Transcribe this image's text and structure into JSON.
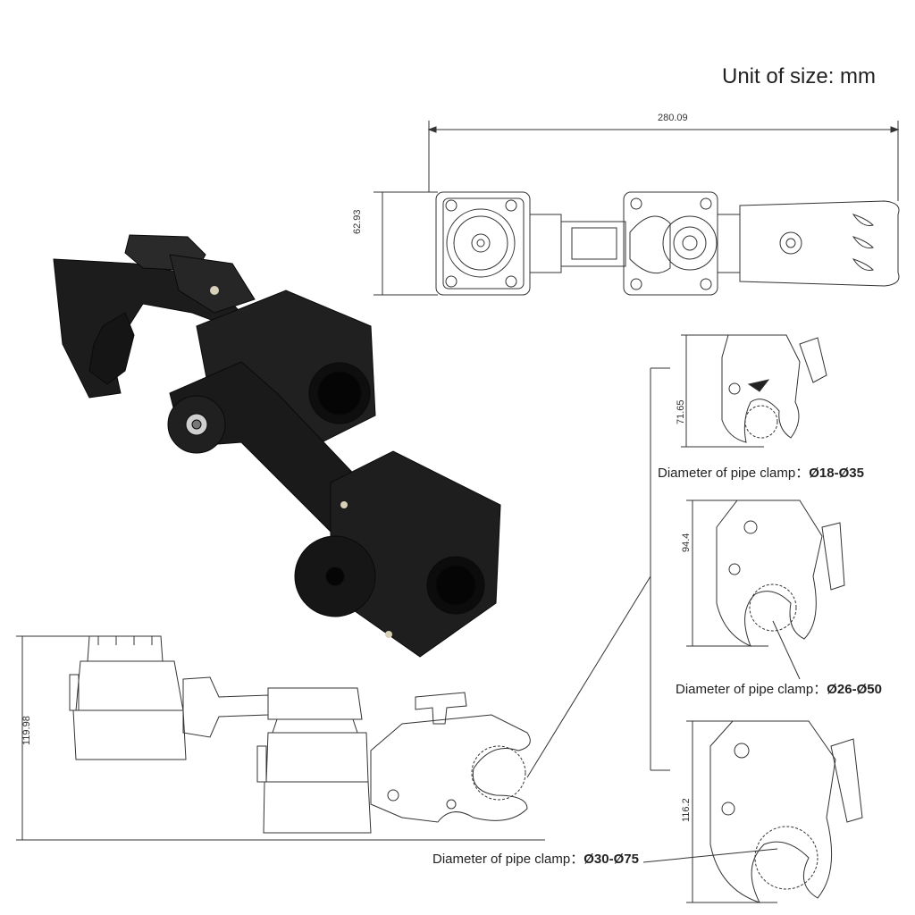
{
  "unit_label": "Unit of size: mm",
  "dimensions": {
    "top_length": "280.09",
    "top_height": "62.93",
    "side_height": "119.98",
    "clamp_small_height": "71.65",
    "clamp_medium_height": "94.4",
    "clamp_large_height": "116.2"
  },
  "captions": {
    "small": {
      "text": "Diameter of pipe clamp：",
      "range": "Ø18-Ø35"
    },
    "medium": {
      "text": "Diameter of pipe clamp：",
      "range": "Ø26-Ø50"
    },
    "large": {
      "text": "Diameter of pipe clamp：",
      "range": "Ø30-Ø75"
    }
  },
  "colors": {
    "product": "#1b1b1b",
    "line": "#333333",
    "background": "#ffffff"
  }
}
